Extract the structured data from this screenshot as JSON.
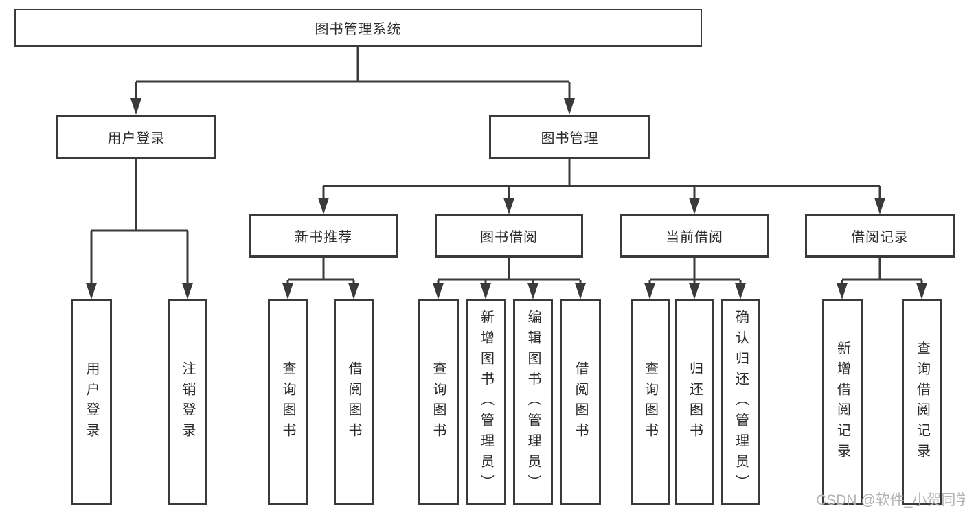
{
  "tree": {
    "label": "图书管理系统",
    "children": [
      {
        "label": "用户登录",
        "children": [
          {
            "label": "用户登录"
          },
          {
            "label": "注销登录"
          }
        ]
      },
      {
        "label": "图书管理",
        "children": [
          {
            "label": "新书推荐",
            "children": [
              {
                "label": "查询图书"
              },
              {
                "label": "借阅图书"
              }
            ]
          },
          {
            "label": "图书借阅",
            "children": [
              {
                "label": "查询图书"
              },
              {
                "label": "新增图书（管理员）"
              },
              {
                "label": "编辑图书（管理员）"
              },
              {
                "label": "借阅图书"
              }
            ]
          },
          {
            "label": "当前借阅",
            "children": [
              {
                "label": "查询图书"
              },
              {
                "label": "归还图书"
              },
              {
                "label": "确认归还（管理员）"
              }
            ]
          },
          {
            "label": "借阅记录",
            "children": [
              {
                "label": "新增借阅记录"
              },
              {
                "label": "查询借阅记录"
              }
            ]
          }
        ]
      }
    ]
  },
  "watermark": {
    "text": "CSDN @软件_小贺同学"
  },
  "colors": {
    "line": "#3a3a3a",
    "text": "#2b2b2b",
    "box-bg": "#ffffff",
    "watermark": "#b5b3b3",
    "bg": "#ffffff"
  }
}
